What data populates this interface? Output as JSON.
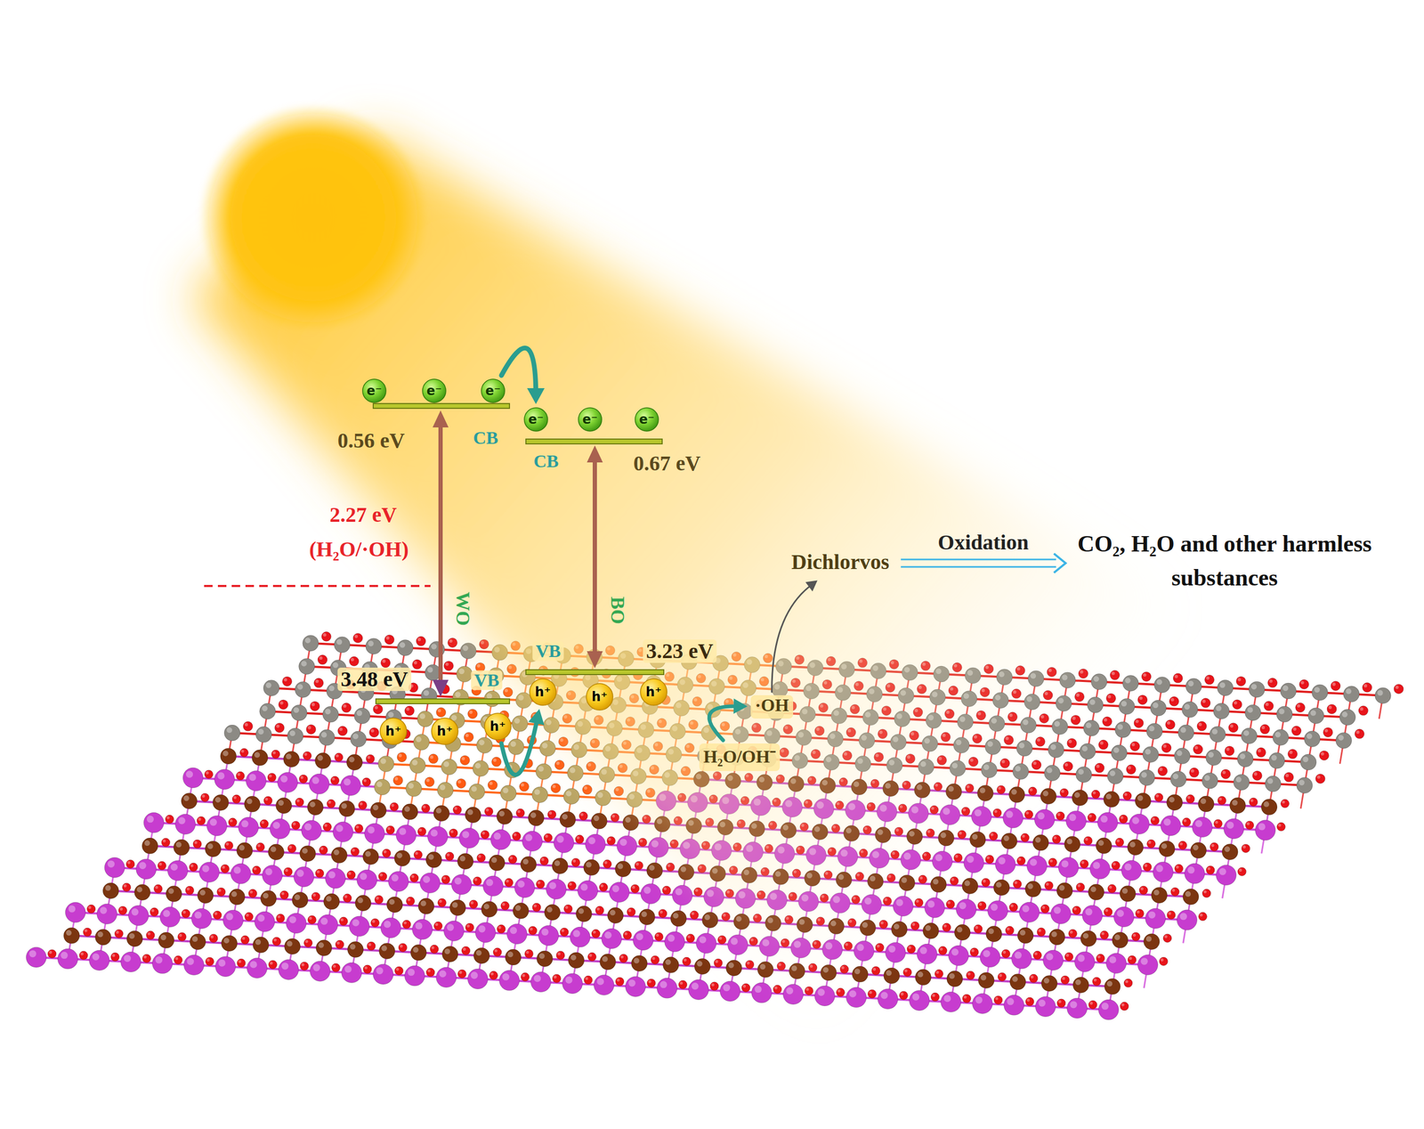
{
  "diagram": {
    "nodes": [
      {
        "text": [
          "e⁻"
        ]
      },
      {
        "text": [
          "e⁻"
        ]
      },
      {
        "text": [
          "e⁻"
        ]
      },
      {
        "text": [
          "e⁻"
        ]
      },
      {
        "text": [
          "e⁻"
        ]
      },
      {
        "text": [
          "e⁻"
        ]
      },
      {
        "text": [
          "h⁺"
        ]
      },
      {
        "text": [
          "h⁺"
        ]
      },
      {
        "text": [
          "h⁺"
        ]
      },
      {
        "text": [
          "h⁺"
        ]
      },
      {
        "text": [
          "h⁺"
        ]
      },
      {
        "text": [
          "h⁺"
        ]
      },
      {
        "text": [
          "·OH"
        ]
      },
      {
        "text": [
          "H₂O/OH⁻"
        ]
      },
      {
        "text": [
          "Dichlorvos"
        ]
      },
      {
        "text": [
          "CO₂, H₂O and other harmless substances"
        ]
      }
    ],
    "edges": [
      {
        "from": 2,
        "to": 3,
        "arrow": "to"
      },
      {
        "from": 8,
        "to": 9,
        "arrow": "to"
      },
      {
        "from": 13,
        "to": 12,
        "arrow": "to"
      },
      {
        "from": 12,
        "to": 14,
        "arrow": "to"
      },
      {
        "from": 14,
        "to": 15,
        "label": "Oxidation",
        "arrow": "to"
      }
    ],
    "labels": [
      "0.56 eV",
      "CB",
      "CB",
      "0.67 eV",
      "2.27 eV",
      "(H₂O/·OH)",
      "WO",
      "BO",
      "VB",
      "3.23 eV",
      "3.48 eV",
      "VB"
    ]
  }
}
